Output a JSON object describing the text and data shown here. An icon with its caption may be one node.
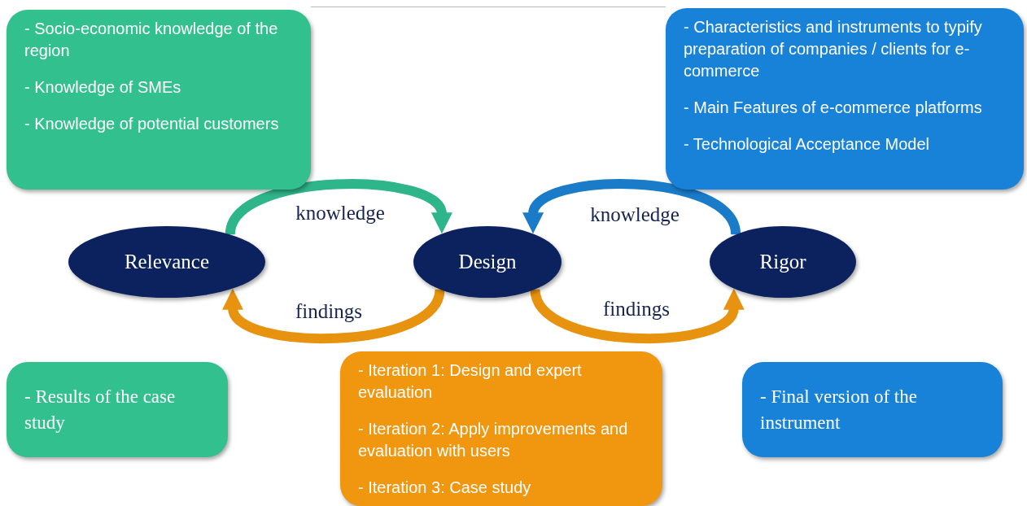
{
  "diagram": {
    "nodes": [
      {
        "text": [
          "- Socio-economic knowledge of the region",
          "- Knowledge of SMEs",
          "- Knowledge of potential customers"
        ]
      },
      {
        "text": [
          "- Characteristics and instruments to typify preparation of companies / clients for e-commerce",
          "- Main Features of e-commerce platforms",
          "- Technological Acceptance Model"
        ]
      },
      {
        "text": [
          "Relevance"
        ]
      },
      {
        "text": [
          "Design"
        ]
      },
      {
        "text": [
          "Rigor"
        ]
      },
      {
        "text": [
          "- Results of the case study"
        ]
      },
      {
        "text": [
          "- Iteration 1: Design and expert evaluation",
          "- Iteration 2: Apply improvements and evaluation with users",
          "- Iteration 3: Case study"
        ]
      },
      {
        "text": [
          "- Final version of the instrument"
        ]
      }
    ],
    "edges": [
      {
        "from": 2,
        "to": 3,
        "arrow": "to",
        "label": "knowledge",
        "color": "#2fb58a"
      },
      {
        "from": 4,
        "to": 3,
        "arrow": "to",
        "label": "knowledge",
        "color": "#1a7cc9"
      },
      {
        "from": 3,
        "to": 2,
        "arrow": "to",
        "label": "findings"
      },
      {
        "from": 3,
        "to": 4,
        "arrow": "to",
        "label": "findings"
      }
    ]
  }
}
